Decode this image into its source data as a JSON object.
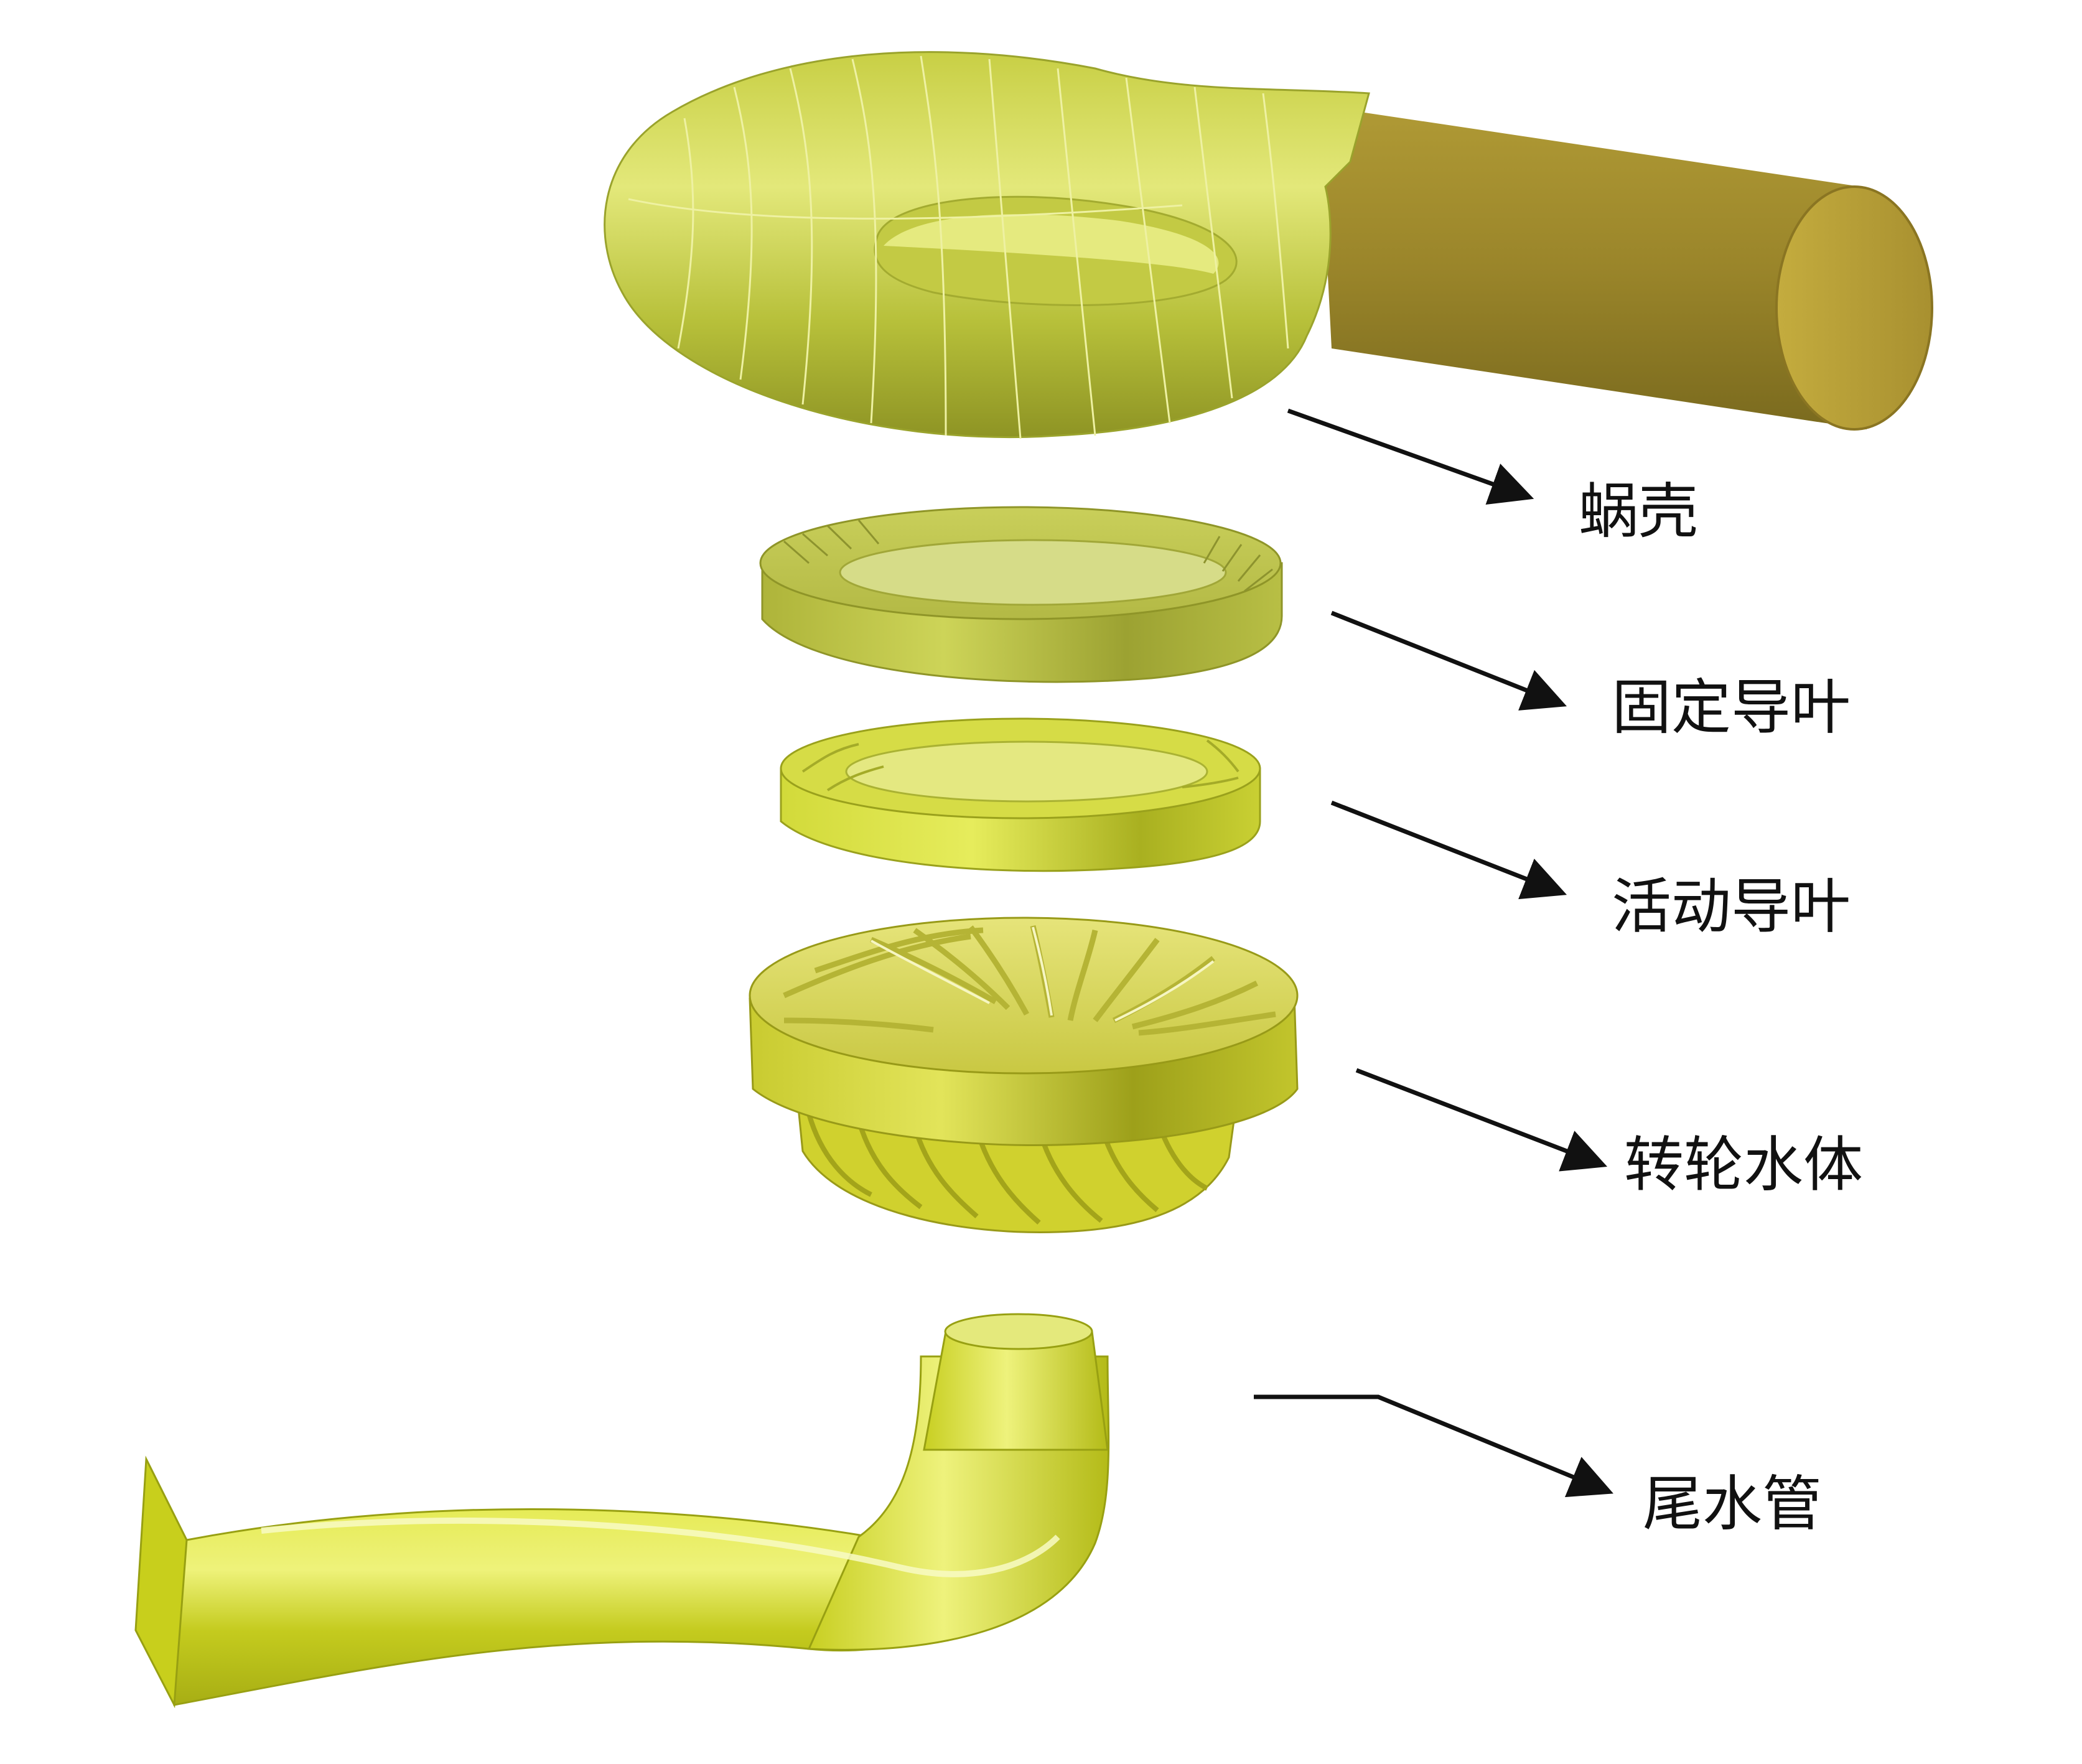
{
  "labels": {
    "volute": "蜗壳",
    "stay_vanes": "固定导叶",
    "guide_vanes": "活动导叶",
    "runner": "转轮水体",
    "draft_tube": "尾水管"
  },
  "colors": {
    "background": "#ffffff",
    "body_light": "#dde36a",
    "body_mid": "#b9c338",
    "body_dark": "#8a8f1e",
    "inlet_pipe": "#9c8a2a",
    "seam": "#e8ec9a",
    "arrow": "#111111",
    "text": "#111111"
  }
}
